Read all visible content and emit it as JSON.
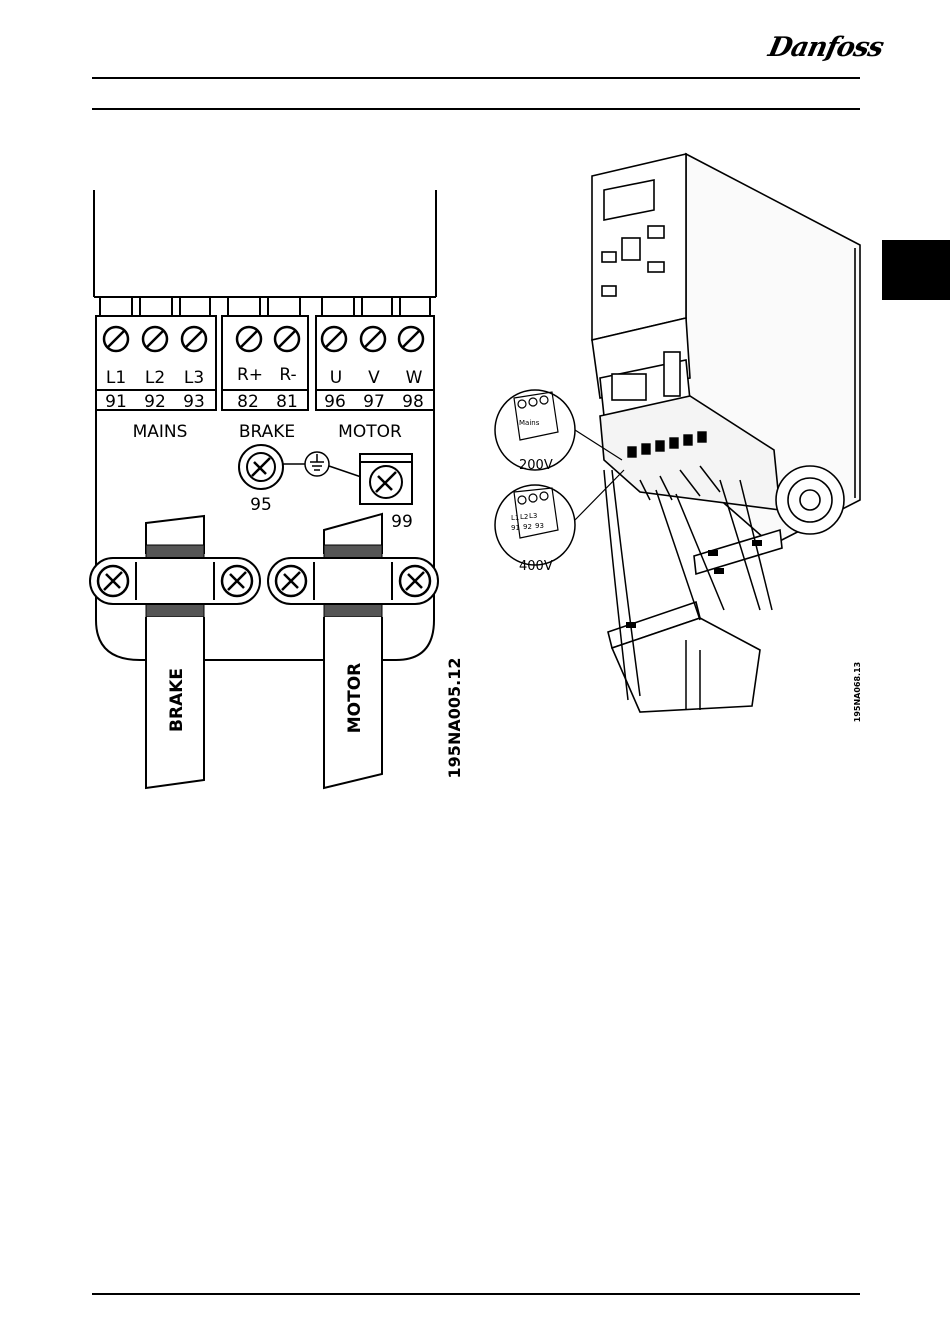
{
  "header": {
    "brand": "Danfoss"
  },
  "left_diagram": {
    "terminals": [
      {
        "name": "L1",
        "number": "91"
      },
      {
        "name": "L2",
        "number": "92"
      },
      {
        "name": "L3",
        "number": "93"
      },
      {
        "name": "R+",
        "number": "82"
      },
      {
        "name": "R-",
        "number": "81"
      },
      {
        "name": "U",
        "number": "96"
      },
      {
        "name": "V",
        "number": "97"
      },
      {
        "name": "W",
        "number": "98"
      }
    ],
    "group_labels": {
      "mains": "MAINS",
      "brake": "BRAKE",
      "motor": "MOTOR"
    },
    "earth_terminals": {
      "brake": "95",
      "motor": "99"
    },
    "cables": {
      "brake": "BRAKE",
      "motor": "MOTOR"
    },
    "figure_code": "195NA005.12"
  },
  "right_diagram": {
    "voltage_200": "200V",
    "voltage_400": "400V",
    "inset_mains_label": "Mains",
    "inset_terminals": [
      "L1",
      "L2",
      "L3"
    ],
    "inset_numbers": [
      "91",
      "92",
      "93"
    ],
    "figure_code": "195NA068.13"
  }
}
